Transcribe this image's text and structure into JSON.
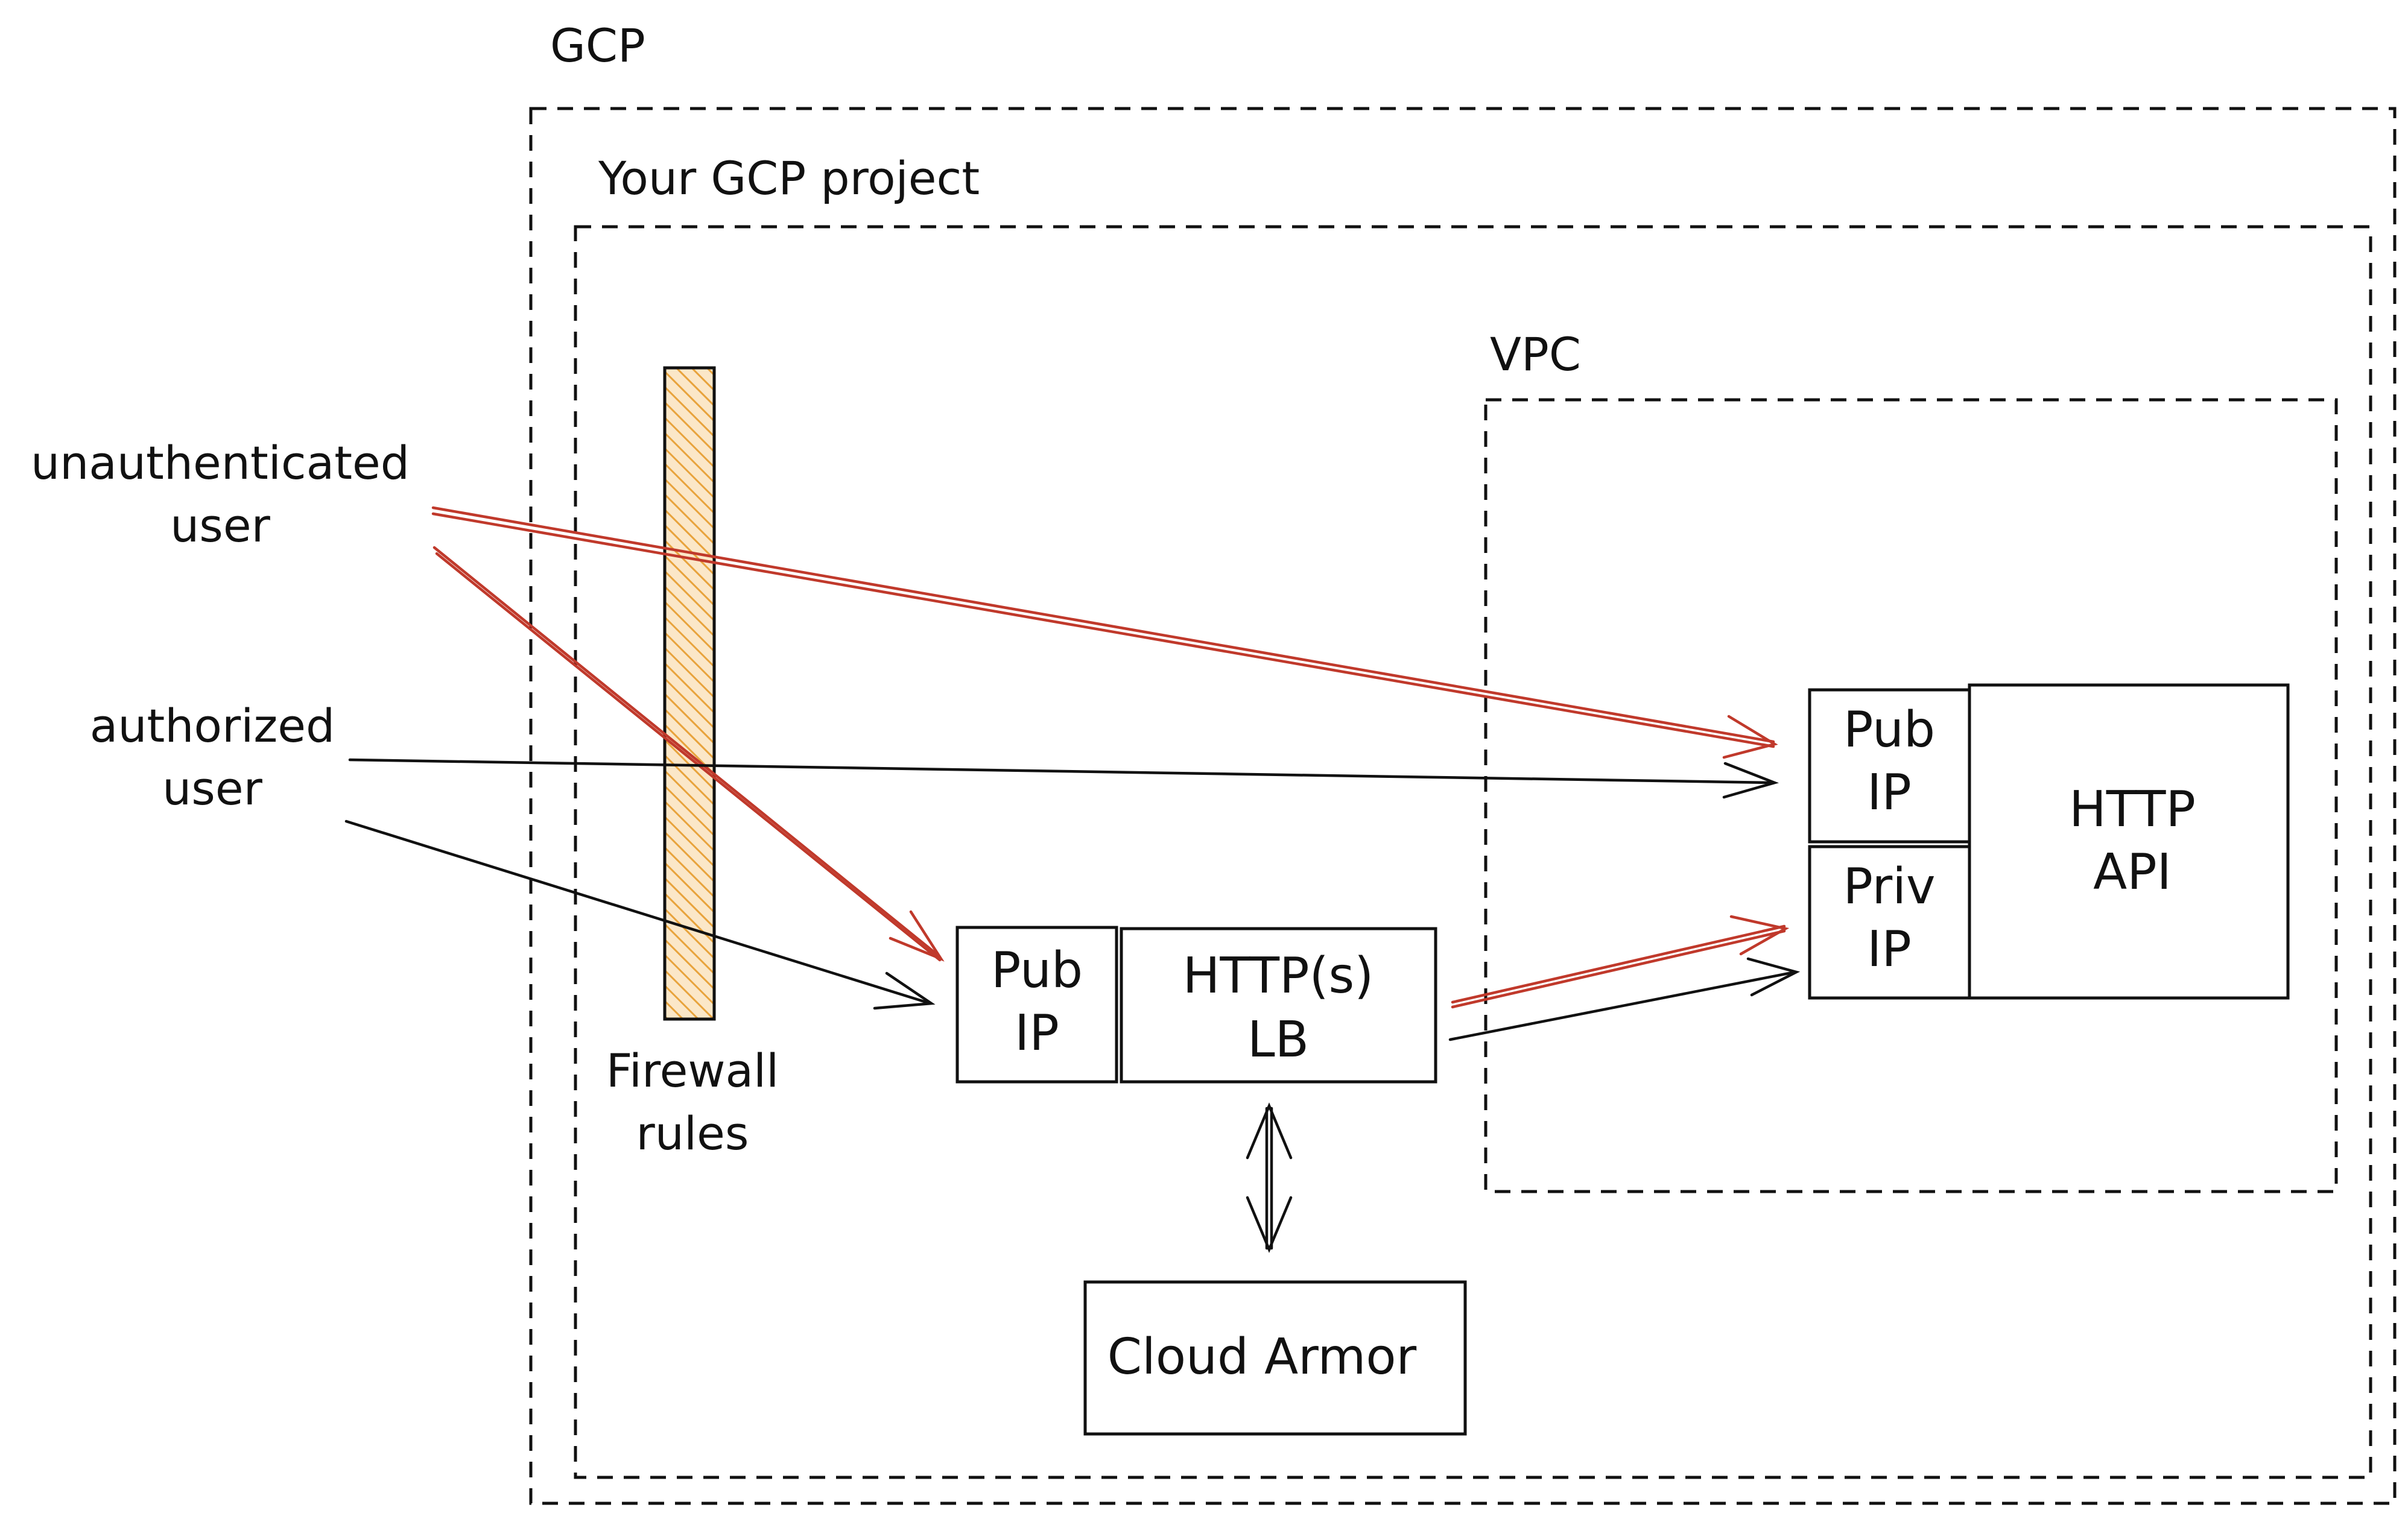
{
  "gcp": {
    "label": "GCP"
  },
  "project": {
    "label": "Your GCP project"
  },
  "vpc": {
    "label": "VPC"
  },
  "actors": {
    "unauthenticated": {
      "line1": "unauthenticated",
      "line2": "user"
    },
    "authorized": {
      "line1": "authorized",
      "line2": "user"
    }
  },
  "firewall": {
    "line1": "Firewall",
    "line2": "rules",
    "fill_color": "#e8a33c"
  },
  "load_balancer": {
    "pub_ip": {
      "line1": "Pub",
      "line2": "IP"
    },
    "name": {
      "line1": "HTTP(s)",
      "line2": "LB"
    }
  },
  "cloud_armor": {
    "label": "Cloud Armor"
  },
  "http_api": {
    "pub_ip": {
      "line1": "Pub",
      "line2": "IP"
    },
    "priv_ip": {
      "line1": "Priv",
      "line2": "IP"
    },
    "name": {
      "line1": "HTTP",
      "line2": "API"
    }
  },
  "colors": {
    "blocked_flow": "#c0392b",
    "allowed_flow": "#111111"
  }
}
